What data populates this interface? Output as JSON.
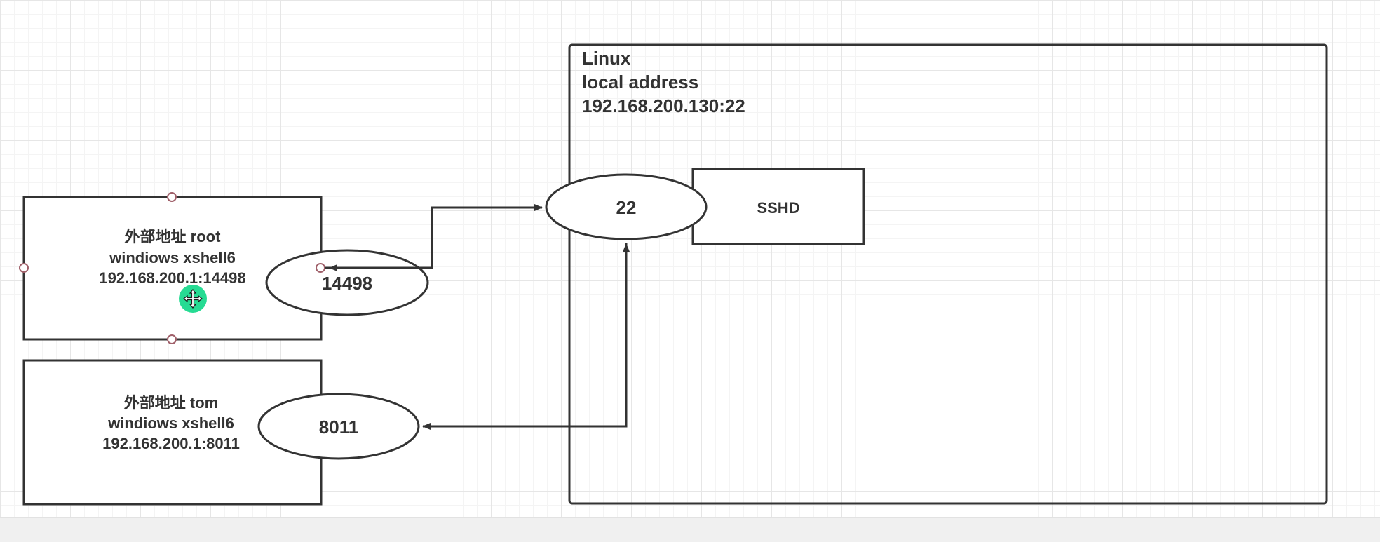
{
  "linux_box": {
    "title": "Linux",
    "line2": "local address",
    "line3": "192.168.200.130:22"
  },
  "sshd": {
    "label": "SSHD"
  },
  "port_22": {
    "label": "22"
  },
  "client_root": {
    "line1": "外部地址 root",
    "line2": "windiows xshell6",
    "line3": "192.168.200.1:14498",
    "port_label": "14498"
  },
  "client_tom": {
    "line1": "外部地址 tom",
    "line2": "windiows xshell6",
    "line3": "192.168.200.1:8011",
    "port_label": "8011"
  },
  "colors": {
    "stroke": "#333333",
    "selection_handle": "#a0606a",
    "move_cursor": "#14d88a"
  },
  "icons": {
    "move_cursor": "move-cursor-icon"
  }
}
